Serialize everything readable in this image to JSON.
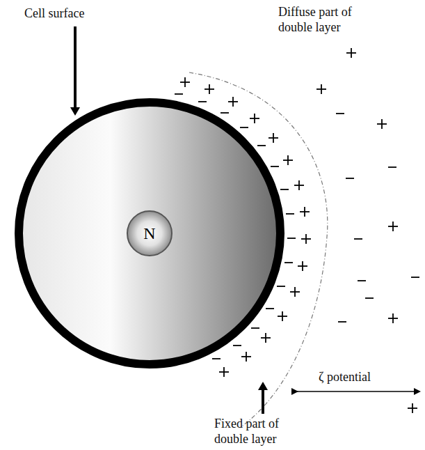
{
  "diagram": {
    "nodes": [
      {
        "text": [
          "N"
        ]
      }
    ],
    "labels": [
      "Cell surface",
      "Diffuse part of double layer",
      "ζ potential",
      "Fixed part of double layer"
    ]
  }
}
